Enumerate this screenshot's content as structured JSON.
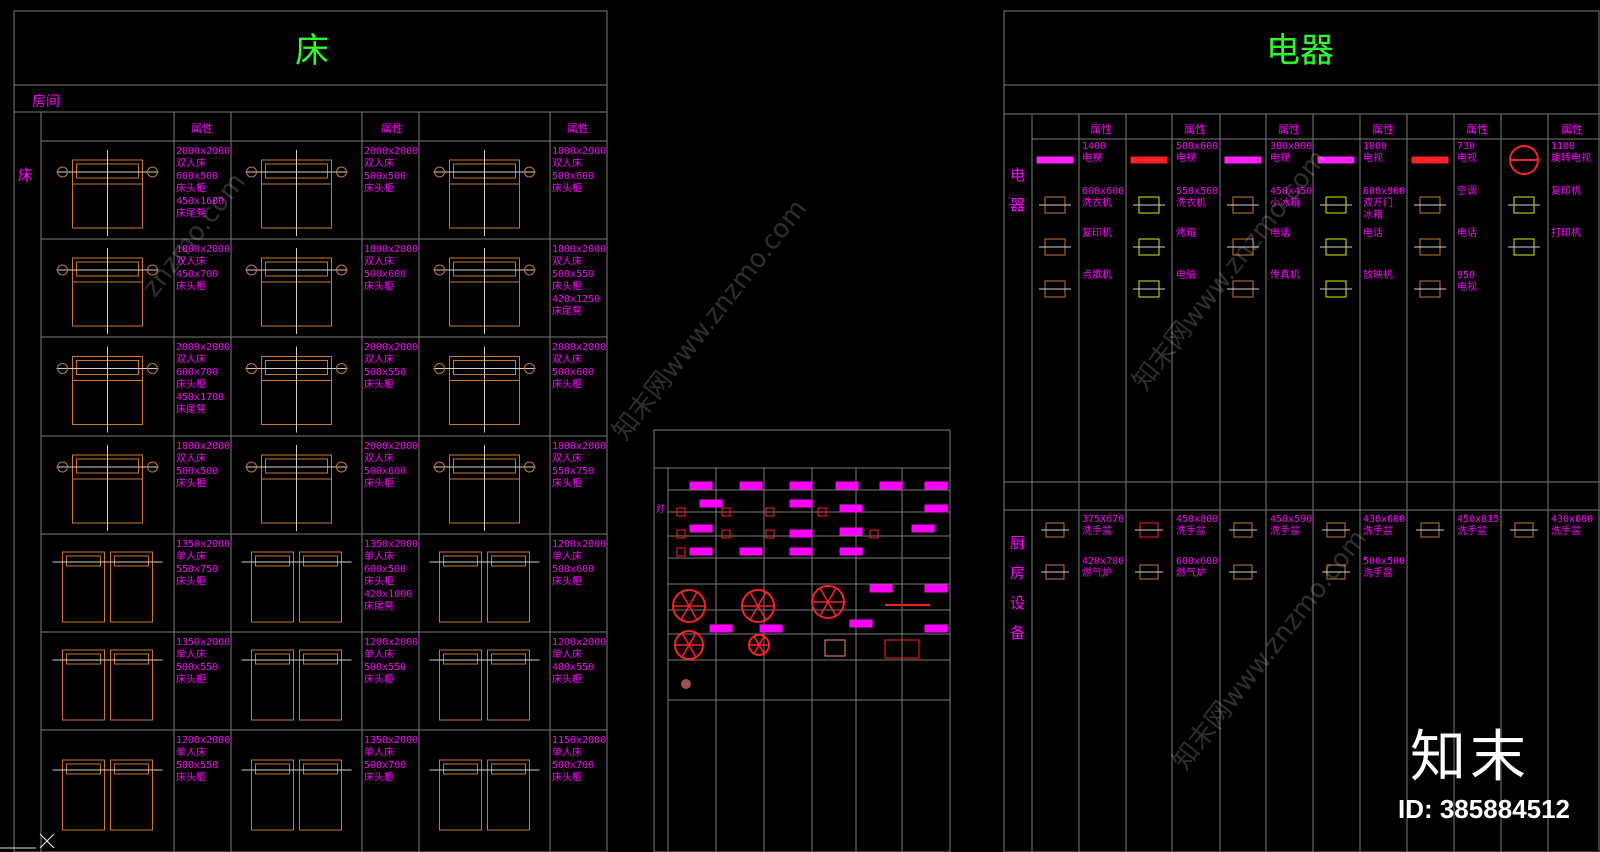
{
  "colors": {
    "grid": "#7a7a7a",
    "title": "#2bff2b",
    "label": "#ff00ff",
    "furniture": "#c8782a",
    "symbol_red": "#ff2020",
    "symbol_yellow": "#e6e600"
  },
  "bed_panel": {
    "title": "床",
    "room_label": "房间",
    "row_label": "床",
    "header_attr": "属性",
    "cells": [
      [
        "2000x2000",
        "双人床",
        "600x500",
        "床头柜",
        "450x1600",
        "床尾凳"
      ],
      [
        "2000x2000",
        "双人床",
        "500x500",
        "床头柜"
      ],
      [
        "1800x2000",
        "双人床",
        "500x600",
        "床头柜"
      ],
      [
        "1800x2000",
        "双人床",
        "450x700",
        "床头柜"
      ],
      [
        "1800x2000",
        "双人床",
        "500x600",
        "床头柜"
      ],
      [
        "1800x2000",
        "双人床",
        "500x550",
        "床头柜",
        "420x1250",
        "床尾凳"
      ],
      [
        "2000x2000",
        "双人床",
        "600x700",
        "床头柜",
        "450x1700",
        "床尾凳"
      ],
      [
        "2000x2000",
        "双人床",
        "500x550",
        "床头柜"
      ],
      [
        "2000x2000",
        "双人床",
        "500x600",
        "床头柜"
      ],
      [
        "1800x2000",
        "双人床",
        "500x500",
        "床头柜"
      ],
      [
        "2000x2000",
        "双人床",
        "500x600",
        "床头柜"
      ],
      [
        "1800x2000",
        "双人床",
        "550x750",
        "床头柜"
      ],
      [
        "1350x2000",
        "单人床",
        "550x750",
        "床头柜"
      ],
      [
        "1350x2000",
        "单人床",
        "600x500",
        "床头柜",
        "420x1000",
        "床尾凳"
      ],
      [
        "1200x2000",
        "单人床",
        "500x600",
        "床头柜"
      ],
      [
        "1350x2000",
        "单人床",
        "500x550",
        "床头柜"
      ],
      [
        "1200x2000",
        "单人床",
        "500x550",
        "床头柜"
      ],
      [
        "1200x2000",
        "单人床",
        "480x550",
        "床头柜"
      ],
      [
        "1200x2000",
        "单人床",
        "500x550",
        "床头柜"
      ],
      [
        "1350x2000",
        "单人床",
        "500x700",
        "床头柜"
      ],
      [
        "1150x2000",
        "单人床",
        "500x700",
        "床头柜"
      ]
    ]
  },
  "middle_panel": {
    "small_labels": [
      "灯"
    ]
  },
  "appliance_panel": {
    "title": "电器",
    "row_label_1": "电器",
    "row_label_2": "厨房设备",
    "header_attr": "属性",
    "rows": [
      [
        [
          "1400",
          "电视"
        ],
        [
          "500x600",
          "电视"
        ],
        [
          "380x800",
          "电视"
        ],
        [
          "1000",
          "电视"
        ],
        [
          "730",
          "电视"
        ],
        [
          "1100",
          "旋转电视"
        ]
      ],
      [
        [
          "600x600",
          "洗衣机"
        ],
        [
          "550x560",
          "洗衣机"
        ],
        [
          "450x450",
          "小冰箱"
        ],
        [
          "600x900",
          "双开门",
          "冰箱"
        ],
        [
          "空调"
        ],
        [
          "复印机"
        ]
      ],
      [
        [
          "复印机"
        ],
        [
          "烤箱"
        ],
        [
          "电话"
        ],
        [
          "电话"
        ],
        [
          "电话"
        ],
        [
          "打印机"
        ]
      ],
      [
        [
          "点歌机"
        ],
        [
          "电脑"
        ],
        [
          "传真机"
        ],
        [
          "放映机"
        ],
        [
          "950",
          "电视"
        ]
      ]
    ],
    "kitchen_rows": [
      [
        [
          "375X670",
          "洗手盆"
        ],
        [
          "450x800",
          "洗手盆"
        ],
        [
          "450x590",
          "洗手盆"
        ],
        [
          "430x600",
          "洗手盆"
        ],
        [
          "450x815",
          "洗手盆"
        ],
        [
          "430x600",
          "洗手盆"
        ]
      ],
      [
        [
          "420x700",
          "燃气炉"
        ],
        [
          "600x600",
          "燃气炉"
        ],
        [],
        [
          "500x500",
          "洗手盆"
        ]
      ]
    ]
  },
  "watermark": {
    "text": "znzmo.com",
    "site": "知末网www.znzmo.com"
  },
  "logo": {
    "text": "知末",
    "id_label": "ID: 385884512"
  }
}
